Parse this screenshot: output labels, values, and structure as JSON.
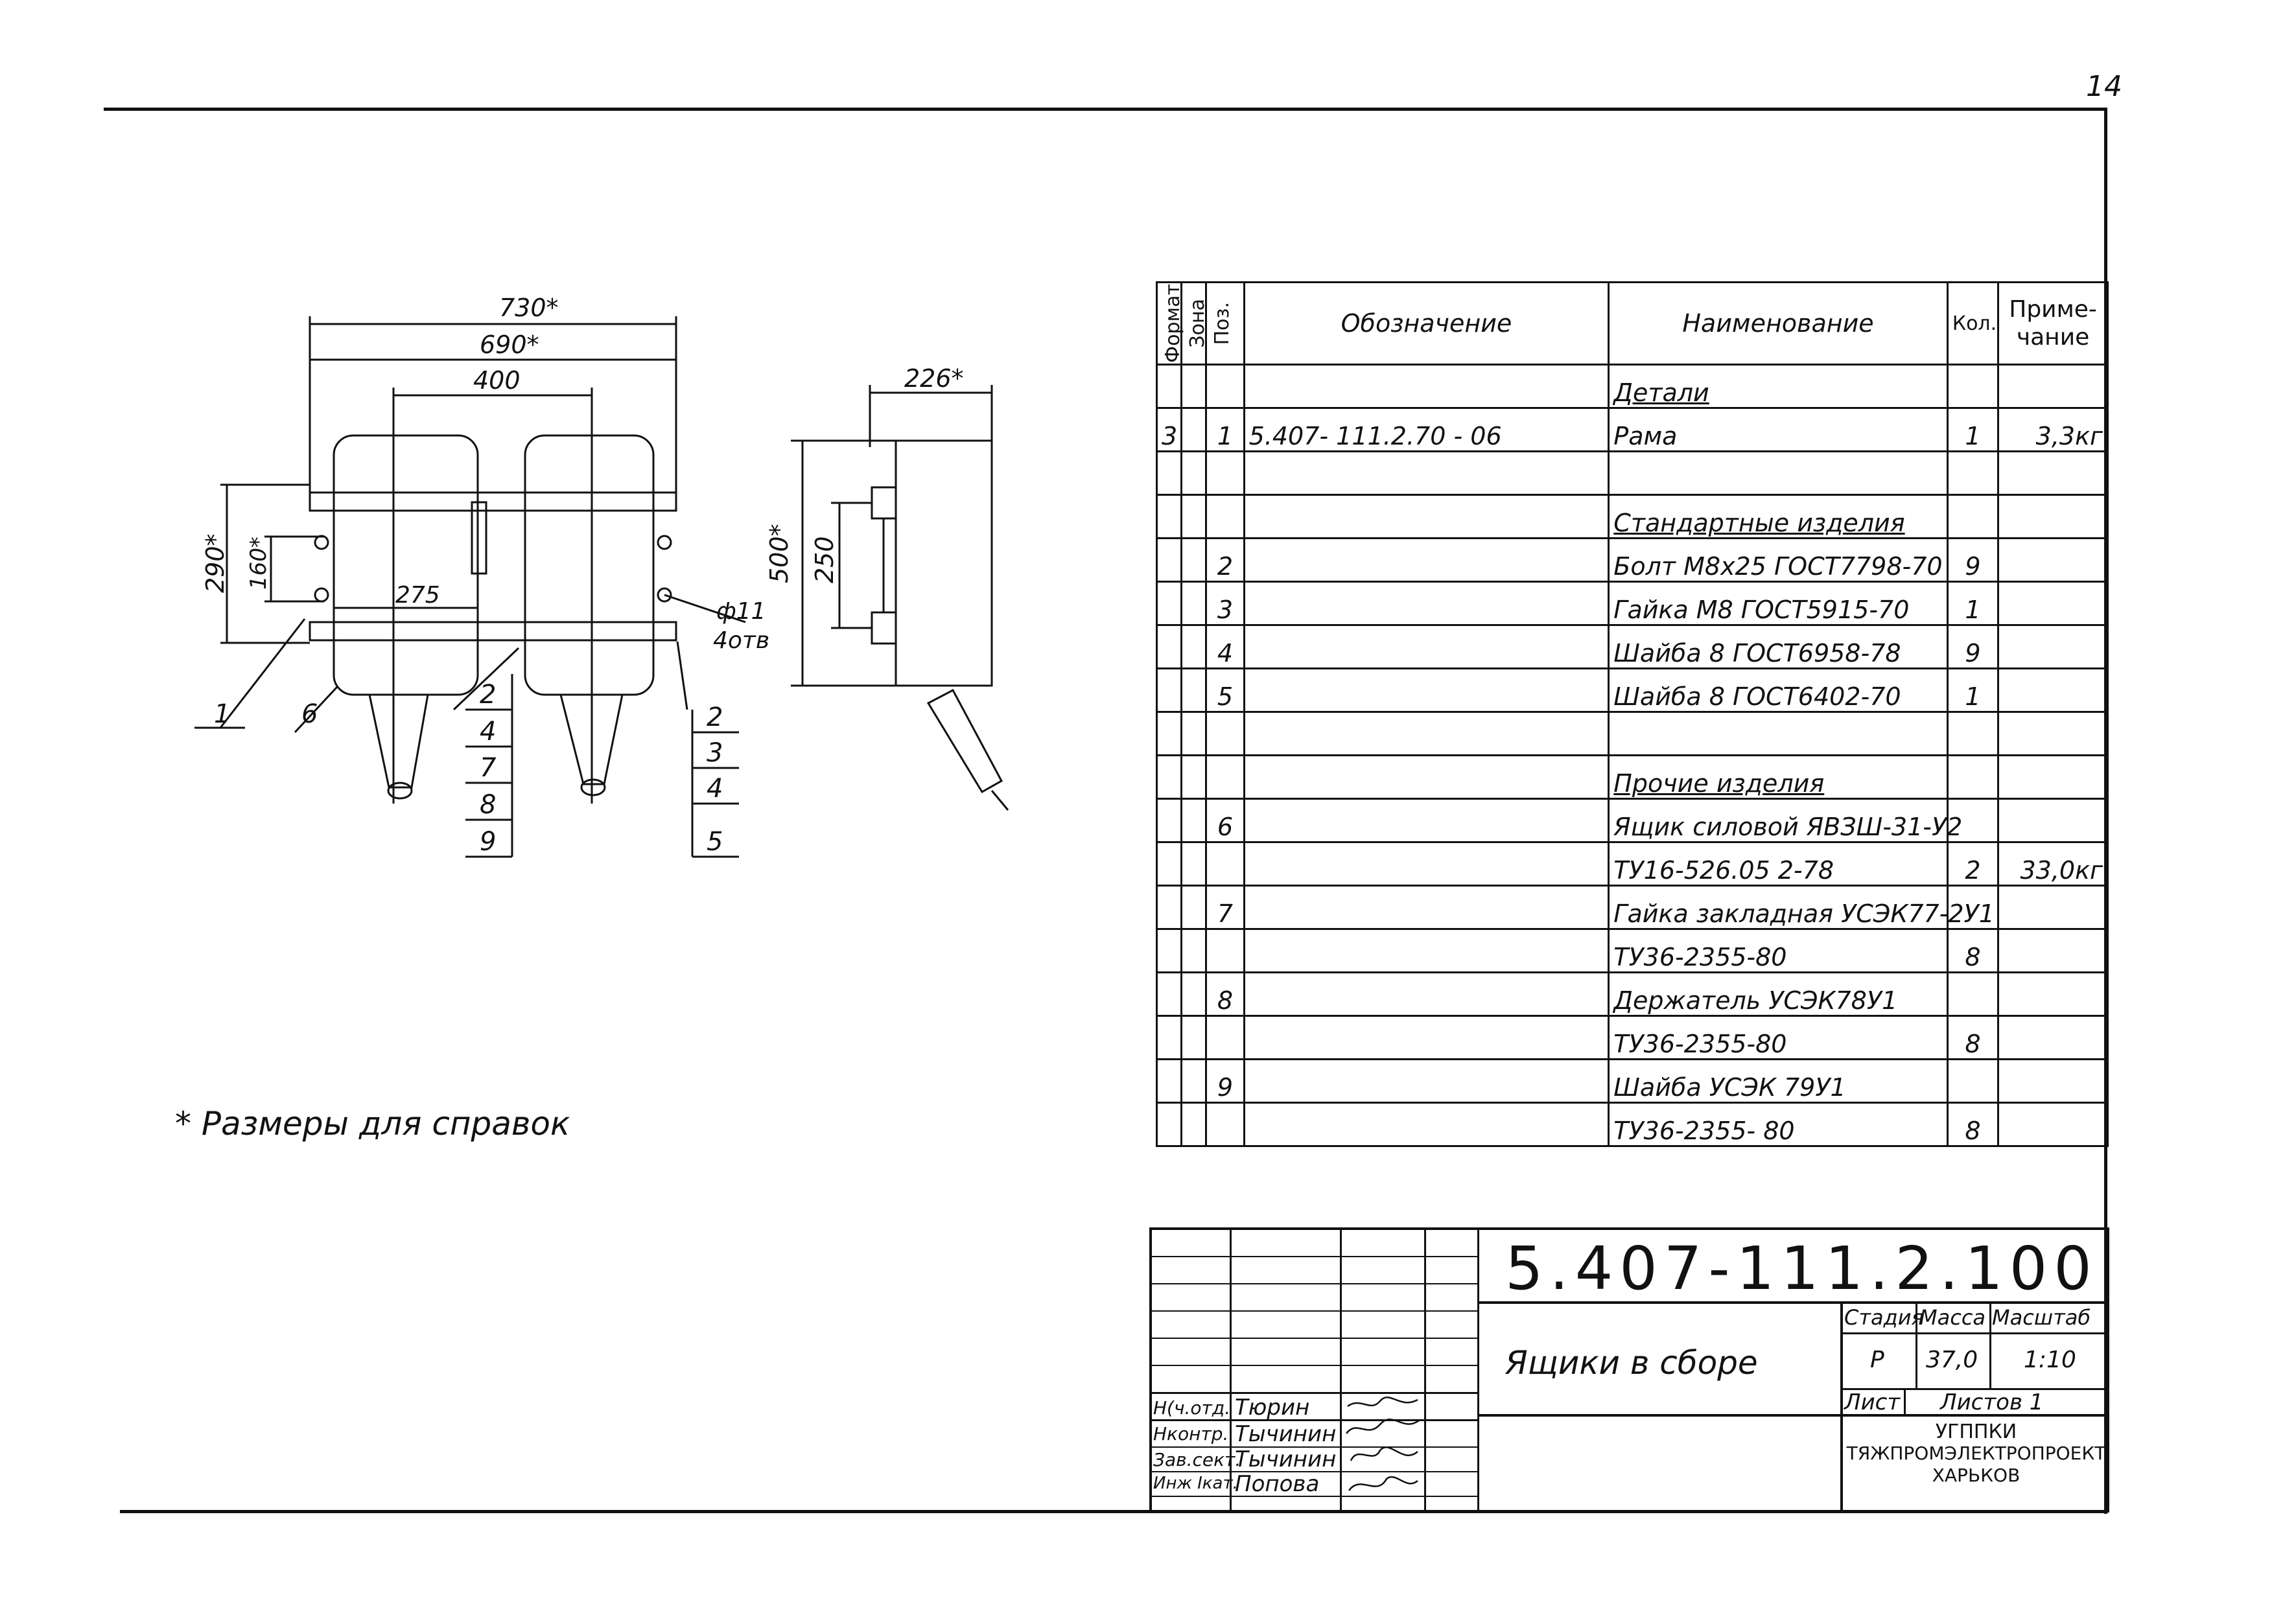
{
  "page_number": "14",
  "reference_note": "* Размеры для справок",
  "drawing": {
    "front_view": {
      "dim_730": "730*",
      "dim_690": "690*",
      "dim_400": "400",
      "dim_290": "290*",
      "dim_160": "160*",
      "dim_275": "275",
      "hole_dia": "ф11",
      "hole_count": "4отв",
      "callout_1": "1",
      "callout_6": "6",
      "callout_stack_left": [
        "2",
        "4",
        "7",
        "8",
        "9"
      ],
      "callout_stack_right": [
        "2",
        "3",
        "4",
        "5"
      ]
    },
    "side_view": {
      "dim_226": "226*",
      "dim_500": "500*",
      "dim_250": "250"
    }
  },
  "spec_table": {
    "headers": {
      "format": "Формат",
      "zone": "Зона",
      "pos": "Поз.",
      "designation": "Обозначение",
      "name": "Наименование",
      "qty": "Кол.",
      "note_1": "Приме-",
      "note_2": "чание"
    },
    "rows": [
      {
        "format": "",
        "pos": "",
        "designation": "",
        "name": "Детали",
        "qty": "",
        "note": "",
        "section": true
      },
      {
        "format": "3",
        "pos": "1",
        "designation": "5.407- 111.2.70 - 06",
        "name": "Рама",
        "qty": "1",
        "note": "3,3кг"
      },
      {
        "format": "",
        "pos": "",
        "designation": "",
        "name": "",
        "qty": "",
        "note": ""
      },
      {
        "format": "",
        "pos": "",
        "designation": "",
        "name": "Стандартные изделия",
        "qty": "",
        "note": "",
        "section": true
      },
      {
        "format": "",
        "pos": "2",
        "designation": "",
        "name": "Болт М8х25 ГОСТ7798-70",
        "qty": "9",
        "note": ""
      },
      {
        "format": "",
        "pos": "3",
        "designation": "",
        "name": "Гайка М8 ГОСТ5915-70",
        "qty": "1",
        "note": ""
      },
      {
        "format": "",
        "pos": "4",
        "designation": "",
        "name": "Шайба 8 ГОСТ6958-78",
        "qty": "9",
        "note": ""
      },
      {
        "format": "",
        "pos": "5",
        "designation": "",
        "name": "Шайба 8 ГОСТ6402-70",
        "qty": "1",
        "note": ""
      },
      {
        "format": "",
        "pos": "",
        "designation": "",
        "name": "",
        "qty": "",
        "note": ""
      },
      {
        "format": "",
        "pos": "",
        "designation": "",
        "name": "Прочие изделия",
        "qty": "",
        "note": "",
        "section": true
      },
      {
        "format": "",
        "pos": "6",
        "designation": "",
        "name": "Ящик силовой ЯВЗШ-31-У2",
        "qty": "",
        "note": ""
      },
      {
        "format": "",
        "pos": "",
        "designation": "",
        "name": "ТУ16-526.05 2-78",
        "qty": "2",
        "note": "33,0кг"
      },
      {
        "format": "",
        "pos": "7",
        "designation": "",
        "name": "Гайка закладная УСЭК77-2У1",
        "qty": "",
        "note": ""
      },
      {
        "format": "",
        "pos": "",
        "designation": "",
        "name": "ТУ36-2355-80",
        "qty": "8",
        "note": ""
      },
      {
        "format": "",
        "pos": "8",
        "designation": "",
        "name": "Держатель УСЭК78У1",
        "qty": "",
        "note": ""
      },
      {
        "format": "",
        "pos": "",
        "designation": "",
        "name": "ТУ36-2355-80",
        "qty": "8",
        "note": ""
      },
      {
        "format": "",
        "pos": "9",
        "designation": "",
        "name": "Шайба УСЭК 79У1",
        "qty": "",
        "note": ""
      },
      {
        "format": "",
        "pos": "",
        "designation": "",
        "name": "ТУ36-2355- 80",
        "qty": "8",
        "note": ""
      }
    ]
  },
  "title_block": {
    "doc_number": "5.407-111.2.100",
    "doc_title": "Ящики в сборе",
    "stage_label": "Стадия",
    "mass_label": "Масса",
    "scale_label": "Масштаб",
    "stage": "Р",
    "mass": "37,0",
    "scale": "1:10",
    "sheet_label": "Лист",
    "sheets_label": "Листов 1",
    "org_1": "УГППКИ",
    "org_2": "ТЯЖПРОМЭЛЕКТРОПРОЕКТ",
    "org_3": "ХАРЬКОВ",
    "signers": [
      {
        "role": "Н(ч.отд.",
        "name": "Тюрин"
      },
      {
        "role": "Нконтр.",
        "name": "Тычинин"
      },
      {
        "role": "Зав.сект.",
        "name": "Тычинин"
      },
      {
        "role": "Инж Iкат.",
        "name": "Попова"
      }
    ]
  }
}
